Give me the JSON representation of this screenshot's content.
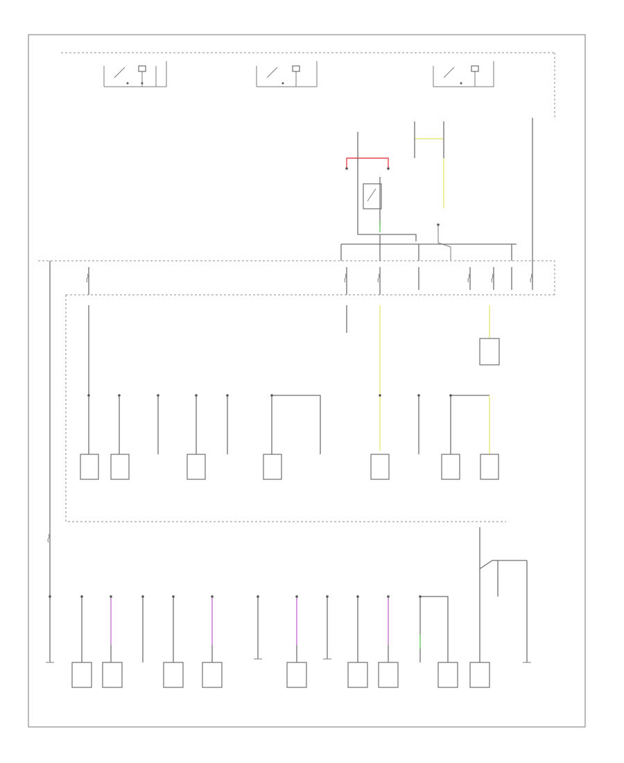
{
  "diagram": {
    "colors": {
      "wire": "#6e6e6e",
      "frame": "#8c8c8c",
      "red_wire": "#e4474f",
      "green_wire": "#62c862",
      "yellow_wire": "#e8e87a",
      "violet_wire": "#c86ed2"
    },
    "top_switch_groups": [
      {
        "id": "switch-group-left"
      },
      {
        "id": "switch-group-middle"
      },
      {
        "id": "switch-group-right"
      }
    ],
    "fuse_blocks": [
      {
        "id": "upper-fuse-bus"
      },
      {
        "id": "middle-fuse-bus"
      },
      {
        "id": "lower-fuse-bus"
      }
    ],
    "upper_row_components": [
      {
        "id": "component-1"
      },
      {
        "id": "component-2"
      },
      {
        "id": "component-3"
      },
      {
        "id": "component-4"
      },
      {
        "id": "component-5"
      },
      {
        "id": "component-6"
      },
      {
        "id": "component-7"
      },
      {
        "id": "component-8"
      },
      {
        "id": "component-9"
      },
      {
        "id": "component-10"
      }
    ],
    "lower_row_components": [
      {
        "id": "component-a"
      },
      {
        "id": "component-b"
      },
      {
        "id": "component-c"
      },
      {
        "id": "component-d"
      },
      {
        "id": "component-e"
      },
      {
        "id": "component-f"
      },
      {
        "id": "component-g"
      },
      {
        "id": "component-h"
      },
      {
        "id": "component-i"
      },
      {
        "id": "component-j"
      },
      {
        "id": "component-k"
      },
      {
        "id": "component-l"
      },
      {
        "id": "component-m"
      },
      {
        "id": "component-n"
      }
    ]
  }
}
